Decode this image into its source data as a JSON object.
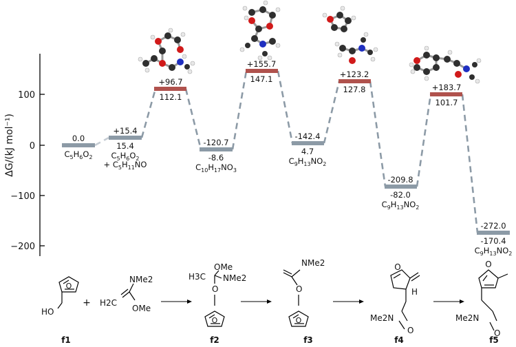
{
  "chart_data": {
    "type": "energy_profile",
    "ylabel": "ΔG/(kJ mol⁻¹)",
    "ylim": [
      -230,
      180
    ],
    "yticks": [
      "100",
      "0",
      "−100",
      "−200"
    ],
    "intermediates": [
      {
        "top": "0.0",
        "bottom": "",
        "formula": "C5H6O2",
        "formula_html": "C<tspan baseline-shift='sub' font-size='8'>5</tspan>H<tspan baseline-shift='sub' font-size='8'>6</tspan>O<tspan baseline-shift='sub' font-size='8'>2</tspan>",
        "extra": ""
      },
      {
        "top": "+15.4",
        "bottom": "15.4",
        "formula": "C5H6O2",
        "extra": "+ C5H11NO"
      },
      {
        "top": "-120.7",
        "bottom": "-8.6",
        "formula": "C10H17NO3",
        "extra": ""
      },
      {
        "top": "-142.4",
        "bottom": "4.7",
        "formula": "C9H13NO2",
        "extra": ""
      },
      {
        "top": "-209.8",
        "bottom": "-82.0",
        "formula": "C9H13NO2",
        "extra": ""
      },
      {
        "top": "-272.0",
        "bottom": "-170.4",
        "formula": "C9H13NO2",
        "extra": ""
      }
    ],
    "transition_states": [
      {
        "top": "+96.7",
        "bottom": "112.1"
      },
      {
        "top": "+155.7",
        "bottom": "147.1"
      },
      {
        "top": "+123.2",
        "bottom": "127.8"
      },
      {
        "top": "+183.7",
        "bottom": "101.7"
      }
    ],
    "levels_gray": [
      0.0,
      15.4,
      -8.6,
      4.7,
      -82.0,
      -170.4
    ],
    "levels_red": [
      112.1,
      147.1,
      127.8,
      101.7
    ]
  },
  "scheme": {
    "plus": "+",
    "labels": [
      "f1",
      "f2",
      "f3",
      "f4",
      "f5"
    ],
    "f1": {
      "oh": "HO"
    },
    "reagent": {
      "nme2": "NMe2",
      "h2c": "H2C",
      "ome": "OMe"
    },
    "f2": {
      "ome": "OMe",
      "h3c": "H3C",
      "nme2": "NMe2",
      "o": "O"
    },
    "f3": {
      "nme2": "NMe2",
      "o": "O"
    },
    "f4": {
      "o": "O",
      "h": "H",
      "me2n": "Me2N",
      "o2": "O"
    },
    "f5": {
      "o": "O",
      "me2n": "Me2N",
      "o2": "O"
    }
  },
  "colors": {
    "intermediate": "#8c9aa6",
    "transition_state": "#b0524d",
    "carbon": "#2f2f2f",
    "oxygen": "#d11a1a",
    "nitrogen": "#1f2fc0",
    "hydrogen": "#e8e8e8"
  }
}
